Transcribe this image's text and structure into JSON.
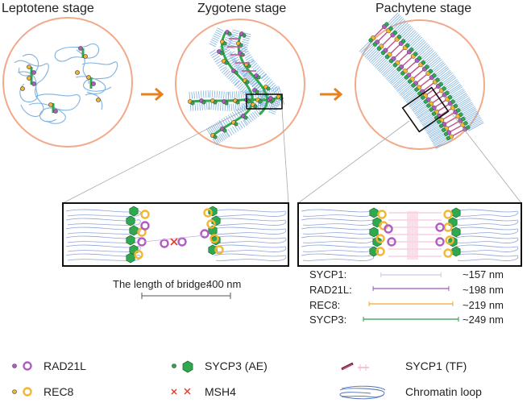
{
  "stages": [
    {
      "title": "Leptotene stage"
    },
    {
      "title": "Zygotene stage"
    },
    {
      "title": "Pachytene stage"
    }
  ],
  "bridge": {
    "label": "The length of bridge:",
    "value": "400 nm"
  },
  "measurements": [
    {
      "name": "SYCP1:",
      "value": "~157 nm",
      "color": "#c9c9e6"
    },
    {
      "name": "RAD21L:",
      "value": "~198 nm",
      "color": "#9b59b6"
    },
    {
      "name": "REC8:",
      "value": "~219 nm",
      "color": "#f0a830"
    },
    {
      "name": "SYCP3:",
      "value": "~249 nm",
      "color": "#2e9e4f"
    }
  ],
  "legend": [
    {
      "label": "RAD21L",
      "icon": "rad21l-icon"
    },
    {
      "label": "REC8",
      "icon": "rec8-icon"
    },
    {
      "label": "SYCP3 (AE)",
      "icon": "sycp3-icon"
    },
    {
      "label": "MSH4",
      "icon": "msh4-icon"
    },
    {
      "label": "SYCP1 (TF)",
      "icon": "sycp1-icon"
    },
    {
      "label": "Chromatin loop",
      "icon": "chromatin-loop-icon"
    }
  ],
  "colors": {
    "circle": "#f2a98a",
    "arrow": "#e8801e",
    "rad21l": "#b05cc2",
    "rec8": "#f2b632",
    "sycp3": "#2fa84f",
    "msh4": "#e23a2e",
    "sycp1": "#c0508a",
    "chromatin": "#7fb2e0"
  }
}
